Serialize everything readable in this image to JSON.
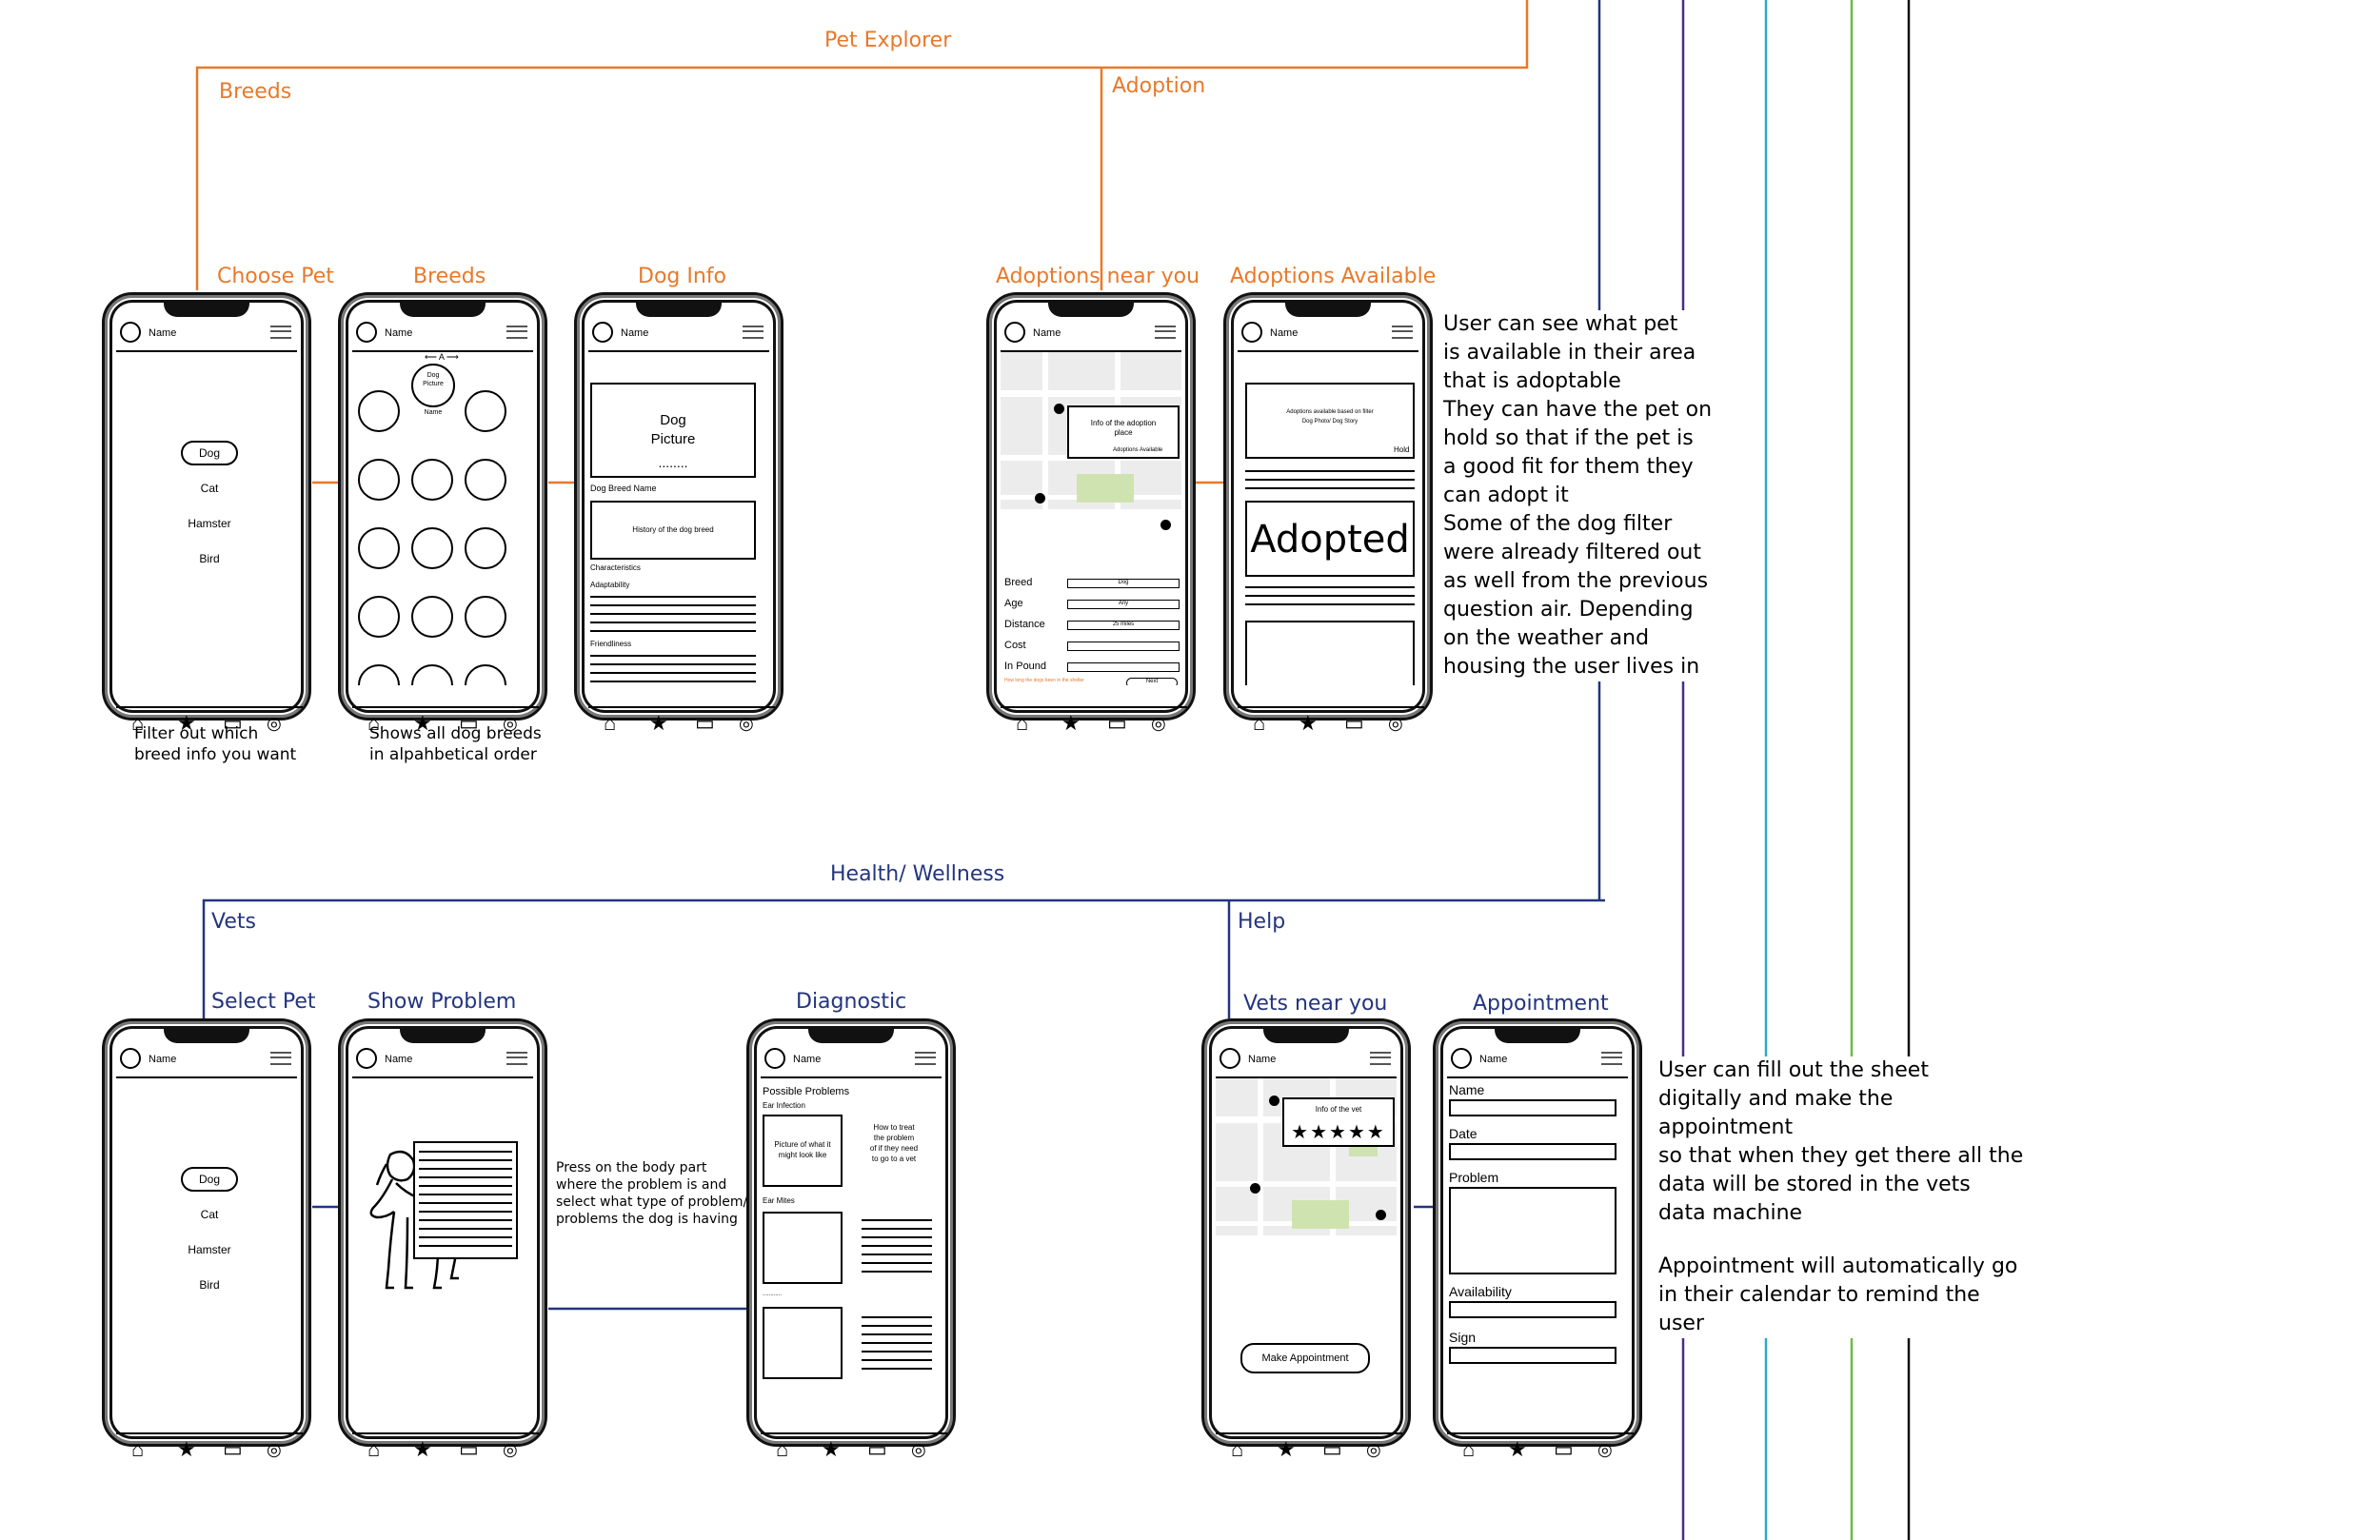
{
  "sections": {
    "pet_explorer": "Pet Explorer",
    "breeds": "Breeds",
    "adoption": "Adoption",
    "health_wellness": "Health/ Wellness",
    "vets": "Vets",
    "help": "Help"
  },
  "screen_titles": {
    "choose_pet": "Choose Pet",
    "breeds": "Breeds",
    "dog_info": "Dog Info",
    "adoptions_near": "Adoptions near you",
    "adoptions_available": "Adoptions Available",
    "select_pet": "Select Pet",
    "show_problem": "Show Problem",
    "diagnostic": "Diagnostic",
    "vets_near": "Vets near you",
    "appointment": "Appointment"
  },
  "captions": {
    "choose_pet": [
      "Filter out which",
      "breed info you want"
    ],
    "breeds": [
      "Shows all dog breeds",
      "in alpahbetical order"
    ],
    "show_problem": [
      "Press on the body part",
      "where the problem is and",
      "select what type of problem/",
      "problems the dog is having"
    ]
  },
  "notes": {
    "adoption": [
      "User can see what pet",
      "is available in their area",
      "that is adoptable",
      "They can have the pet on",
      "hold so that if the pet is",
      "a good fit for them they",
      "can adopt it",
      "Some of the dog filter",
      "were already filtered out",
      "as well from the previous",
      "question air. Depending",
      "on the weather and",
      "housing the user lives in"
    ],
    "appointment": [
      "User can fill out the sheet",
      "digitally and make the appointment",
      "so that when they get there all the",
      "data will be stored in the vets",
      "data machine",
      "",
      "Appointment will automatically go",
      "in their calendar to remind the user"
    ]
  },
  "phone": {
    "header_name": "Name",
    "nav_icons": [
      "home-icon",
      "star-icon",
      "square-icon",
      "profile-icon"
    ]
  },
  "pet_options": [
    "Dog",
    "Cat",
    "Hamster",
    "Bird"
  ],
  "breeds_screen": {
    "arrow": "A",
    "pic_line1": "Dog",
    "pic_line2": "Picture",
    "pic_name": "Name"
  },
  "dog_info_screen": {
    "pic_line1": "Dog",
    "pic_line2": "Picture",
    "dots": "........",
    "breed_name": "Dog Breed Name",
    "history": "History of the dog breed",
    "characteristics": "Characteristics",
    "adaptability": "Adaptability",
    "friendliness": "Friendliness"
  },
  "adoption_near_screen": {
    "popup_line1": "Info of the adoption",
    "popup_line2": "place",
    "popup_link": "Adoptions Available",
    "filters": [
      {
        "label": "Breed",
        "value": "Dog"
      },
      {
        "label": "Age",
        "value": "Any"
      },
      {
        "label": "Distance",
        "value": "25 miles"
      },
      {
        "label": "Cost",
        "value": ""
      },
      {
        "label": "In Pound",
        "value": ""
      }
    ],
    "note": "How long the dogs been in the shelter",
    "next": "Next"
  },
  "adoptions_available_screen": {
    "info_line1": "Adoptions available based on filter",
    "info_line2": "Dog Photo/ Dog Story",
    "hold": "Hold",
    "adopted": "Adopted"
  },
  "diagnostic_screen": {
    "possible": "Possible Problems",
    "ear_infection": "Ear Infection",
    "picture_lines": [
      "Picture of what it",
      "might look like"
    ],
    "treat_lines": [
      "How to treat",
      "the problem",
      "of if they need",
      "to go to a vet"
    ],
    "ear_mites": "Ear Mites",
    "dashes": "............"
  },
  "vets_near_screen": {
    "popup": "Info of the vet",
    "rating_stars": 5,
    "button": "Make Appointment"
  },
  "appointment_screen": {
    "fields": [
      "Name",
      "Date",
      "Problem",
      "Availability",
      "Sign"
    ]
  },
  "colors": {
    "orange": "#E8792A",
    "navy": "#23357F",
    "purple": "#4B2C84",
    "cyan": "#2AA9C9",
    "green": "#6CBB45",
    "black": "#111111"
  }
}
